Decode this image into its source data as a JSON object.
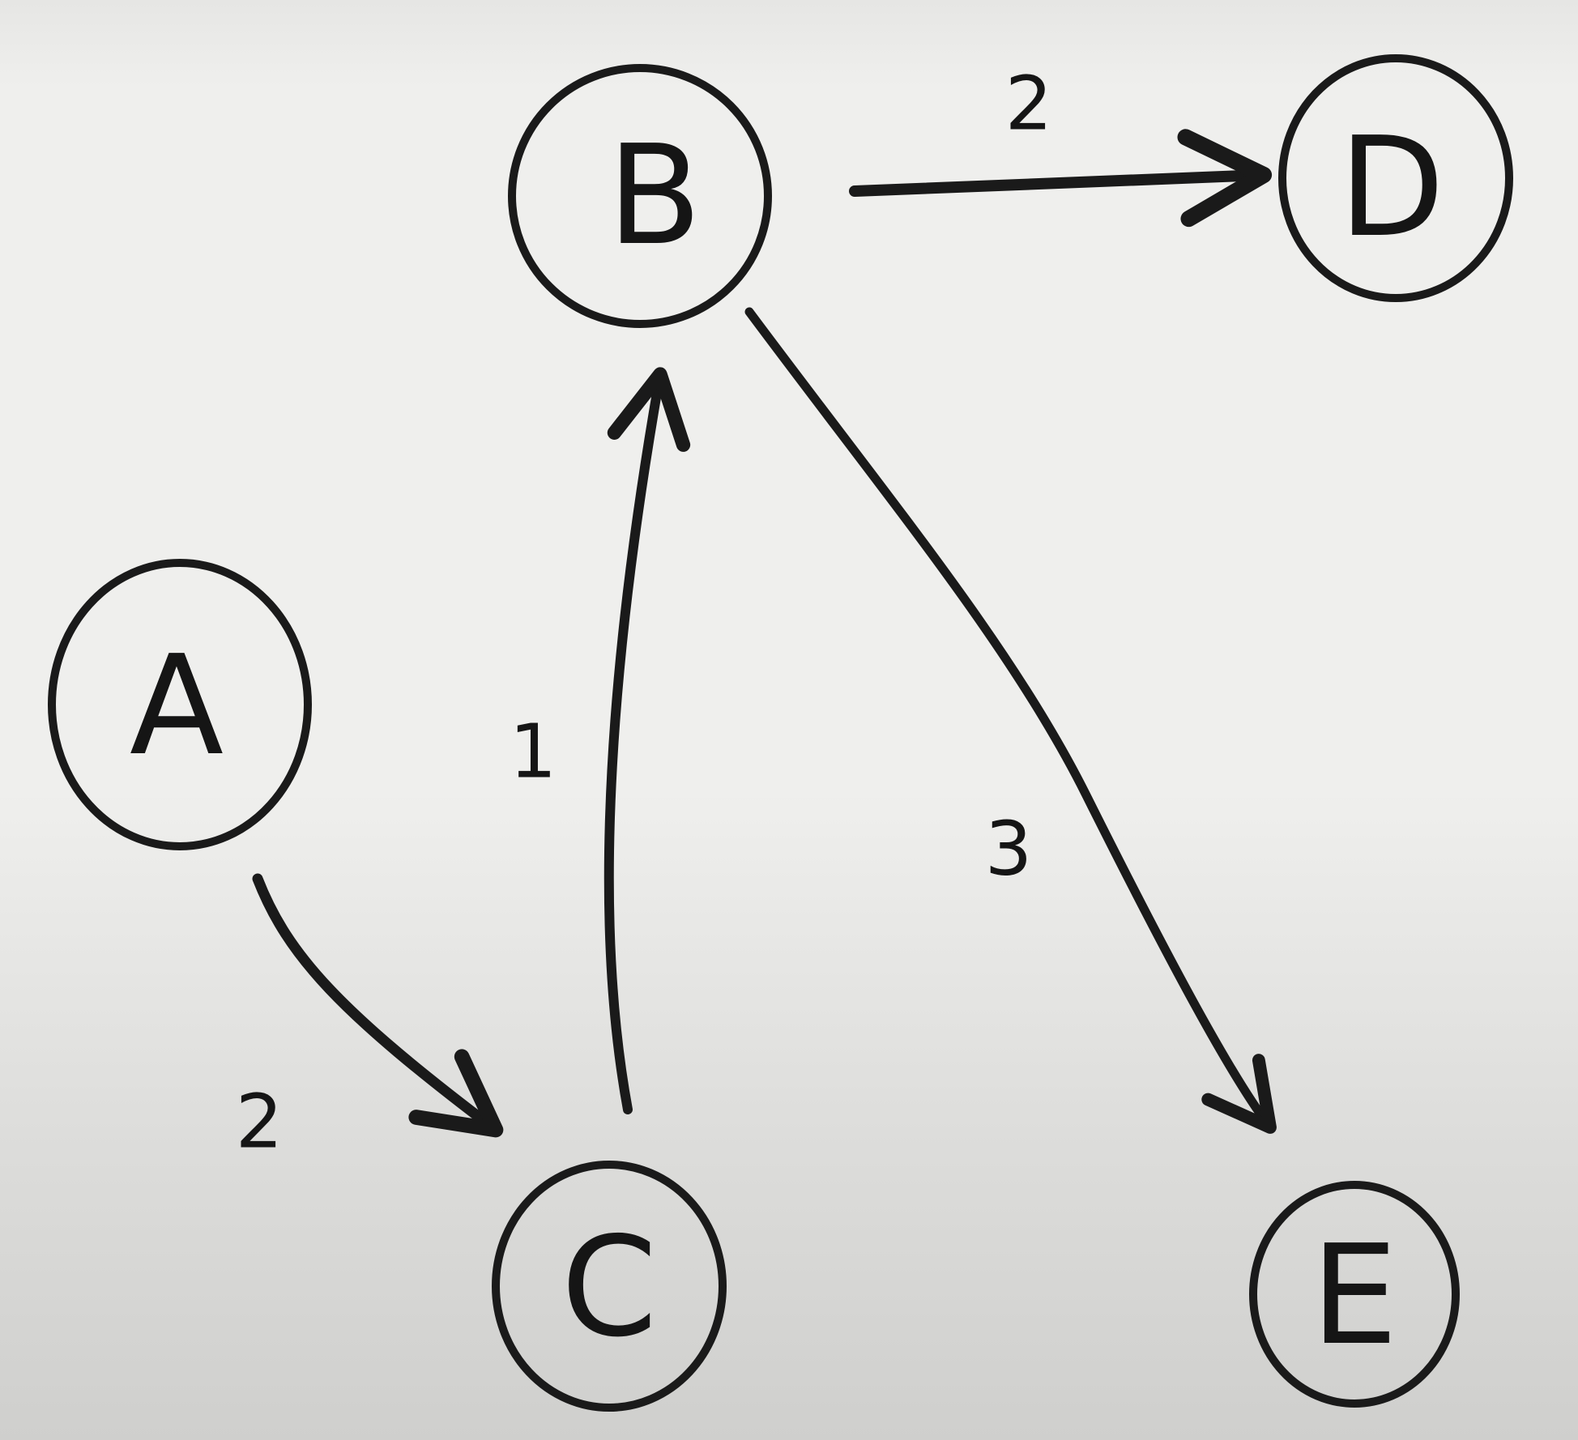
{
  "nodes": [
    {
      "id": "A",
      "label": "A"
    },
    {
      "id": "B",
      "label": "B"
    },
    {
      "id": "C",
      "label": "C"
    },
    {
      "id": "D",
      "label": "D"
    },
    {
      "id": "E",
      "label": "E"
    }
  ],
  "edges": [
    {
      "from": "A",
      "to": "C",
      "weight": "2"
    },
    {
      "from": "C",
      "to": "B",
      "weight": "1"
    },
    {
      "from": "B",
      "to": "D",
      "weight": "2"
    },
    {
      "from": "B",
      "to": "E",
      "weight": "3"
    }
  ],
  "colors": {
    "ink": "#1a1a1a",
    "paper": "#efefed"
  }
}
